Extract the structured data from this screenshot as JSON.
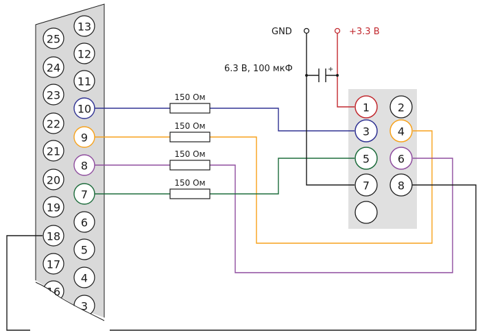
{
  "db25_pins": [
    "25",
    "24",
    "23",
    "22",
    "21",
    "20",
    "19",
    "18",
    "17",
    "16",
    "13",
    "12",
    "11",
    "10",
    "9",
    "8",
    "7",
    "6",
    "5",
    "4",
    "3"
  ],
  "header_pins": [
    "1",
    "2",
    "3",
    "4",
    "5",
    "6",
    "7",
    "8"
  ],
  "resistors": [
    "150 Ом",
    "150 Ом",
    "150 Ом",
    "150 Ом"
  ],
  "labels": {
    "gnd": "GND",
    "vcc": "+3.3 В",
    "capacitor": "6.3 В, 100 мкФ",
    "cap_plus": "+"
  },
  "colors": {
    "blue": "#2e3192",
    "orange": "#f7a11a",
    "purple": "#8e4c9e",
    "green": "#1b6b3a",
    "red": "#c1272d",
    "black": "#1a1a1a",
    "connector_fill": "#d9d9d9",
    "header_fill": "#e0e0e0"
  }
}
